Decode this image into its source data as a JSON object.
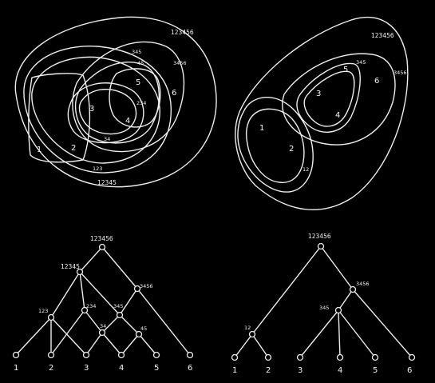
{
  "colors": {
    "background": "#000000",
    "ink": "#ededed"
  },
  "panels": {
    "venn_overlapping": {
      "labels": {
        "set_123456": "123456",
        "set_12345": "12345",
        "set_3456": "3456",
        "set_345": "345",
        "set_45": "45",
        "set_234": "234",
        "set_34": "34",
        "set_123": "123",
        "el_1": "1",
        "el_2": "2",
        "el_3": "3",
        "el_4": "4",
        "el_5": "5",
        "el_6": "6"
      }
    },
    "venn_nested": {
      "labels": {
        "set_123456": "123456",
        "set_3456": "3456",
        "set_345": "345",
        "set_12": "12",
        "el_1": "1",
        "el_2": "2",
        "el_3": "3",
        "el_4": "4",
        "el_5": "5",
        "el_6": "6"
      }
    },
    "lattice": {
      "labels": {
        "n_123456": "123456",
        "n_12345": "12345",
        "n_3456": "3456",
        "n_123": "123",
        "n_234": "234",
        "n_345": "345",
        "n_34": "34",
        "n_45": "45",
        "leaf_1": "1",
        "leaf_2": "2",
        "leaf_3": "3",
        "leaf_4": "4",
        "leaf_5": "5",
        "leaf_6": "6"
      }
    },
    "tree": {
      "labels": {
        "n_123456": "123456",
        "n_3456": "3456",
        "n_345": "345",
        "n_12": "12",
        "leaf_1": "1",
        "leaf_2": "2",
        "leaf_3": "3",
        "leaf_4": "4",
        "leaf_5": "5",
        "leaf_6": "6"
      }
    }
  }
}
